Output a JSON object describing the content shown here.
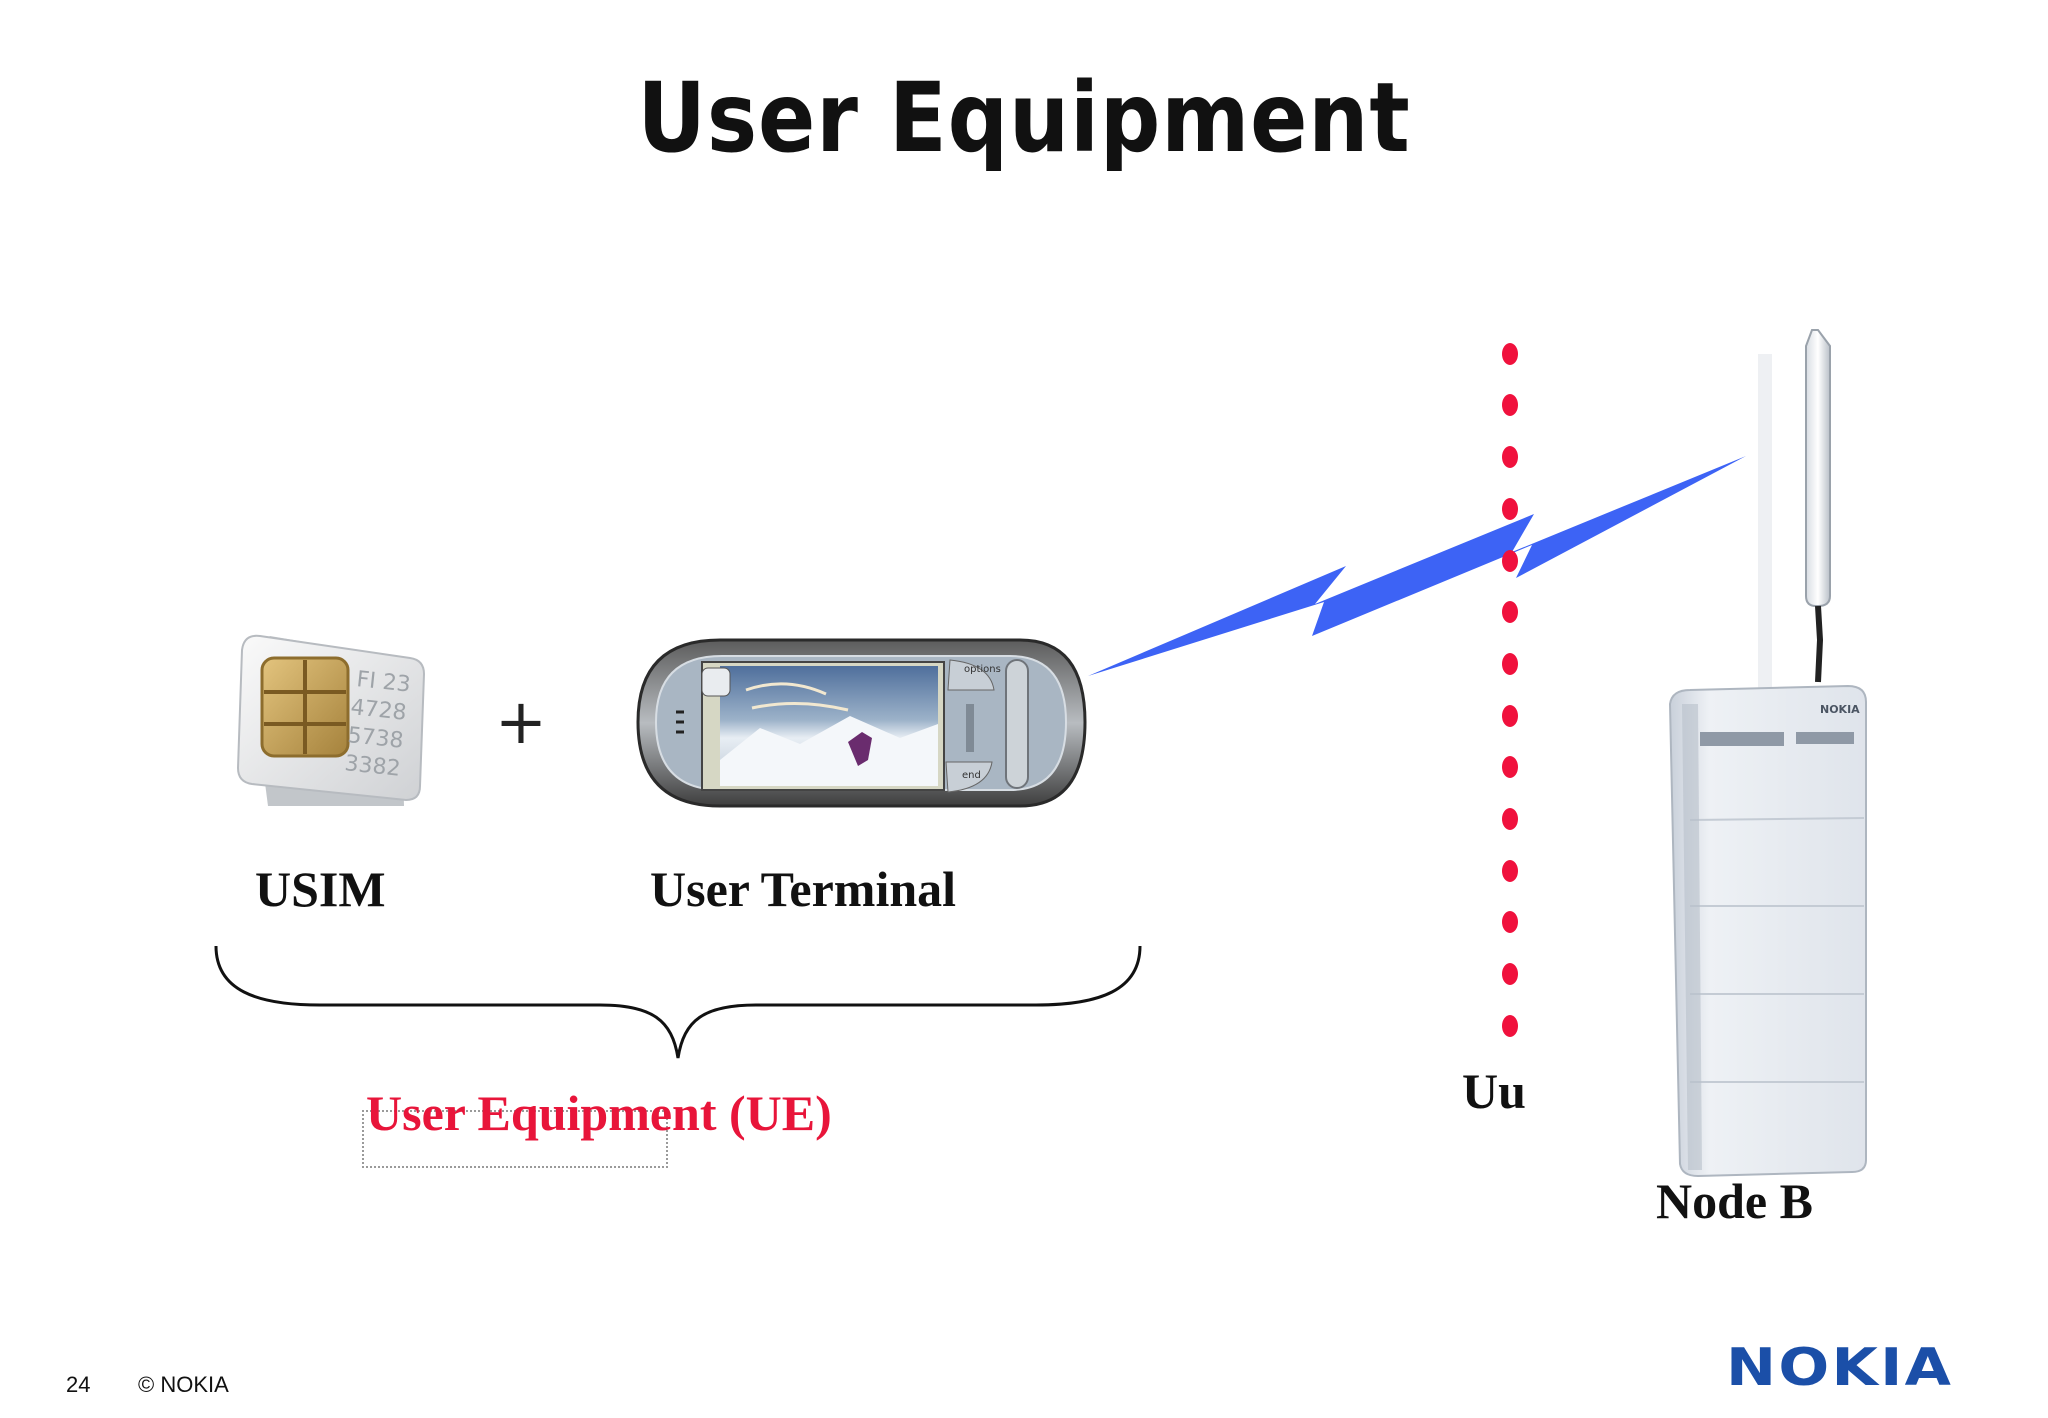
{
  "title": "User Equipment",
  "labels": {
    "usim": "USIM",
    "terminal": "User Terminal",
    "plus": "+",
    "ue": "User Equipment (UE)",
    "uu": "Uu",
    "node_b": "Node B"
  },
  "sim_card": {
    "lines": [
      "FI 23",
      "4728",
      "5738",
      "3382"
    ]
  },
  "phone": {
    "softkeys": [
      "options",
      "end"
    ]
  },
  "node_b_brand": "NOKIA",
  "footer": {
    "slide_number": "24",
    "copyright": "© NOKIA",
    "logo": "NOKIA"
  },
  "colors": {
    "lightning": "#3d63f5",
    "uu_dots": "#f0113d",
    "ue_label": "#e8153a",
    "logo": "#1b4fa8"
  },
  "icons": [
    "sim-card-icon",
    "phone-icon",
    "lightning-bolt-icon",
    "base-station-icon",
    "curly-brace-icon"
  ]
}
